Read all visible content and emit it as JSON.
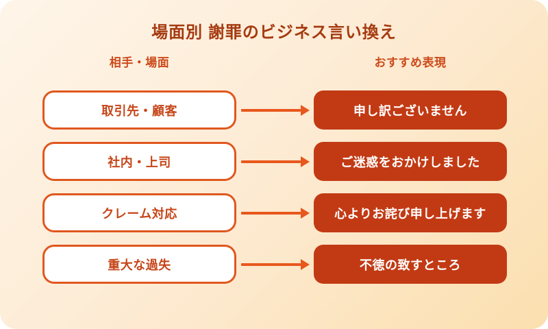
{
  "title": "場面別 謝罪のビジネス言い換え",
  "columns": {
    "left_header": "相手・場面",
    "right_header": "おすすめ表現"
  },
  "rows": [
    {
      "situation": "取引先・顧客",
      "expression": "申し訳ございません"
    },
    {
      "situation": "社内・上司",
      "expression": "ご迷惑をおかけしました"
    },
    {
      "situation": "クレーム対応",
      "expression": "心よりお詫び申し上げます"
    },
    {
      "situation": "重大な過失",
      "expression": "不徳の致すところ"
    }
  ],
  "icons": {
    "connector": "right-arrow-icon"
  },
  "colors": {
    "card_bg_start": "#FEF5E9",
    "card_bg_end": "#FBDFAF",
    "title_text": "#A53A10",
    "header_text": "#CC4A1B",
    "left_box_border": "#E0571E",
    "left_box_text": "#C64519",
    "right_box_bg": "#C23A14",
    "right_box_text": "#FFFFFF",
    "arrow": "#E8571C"
  }
}
